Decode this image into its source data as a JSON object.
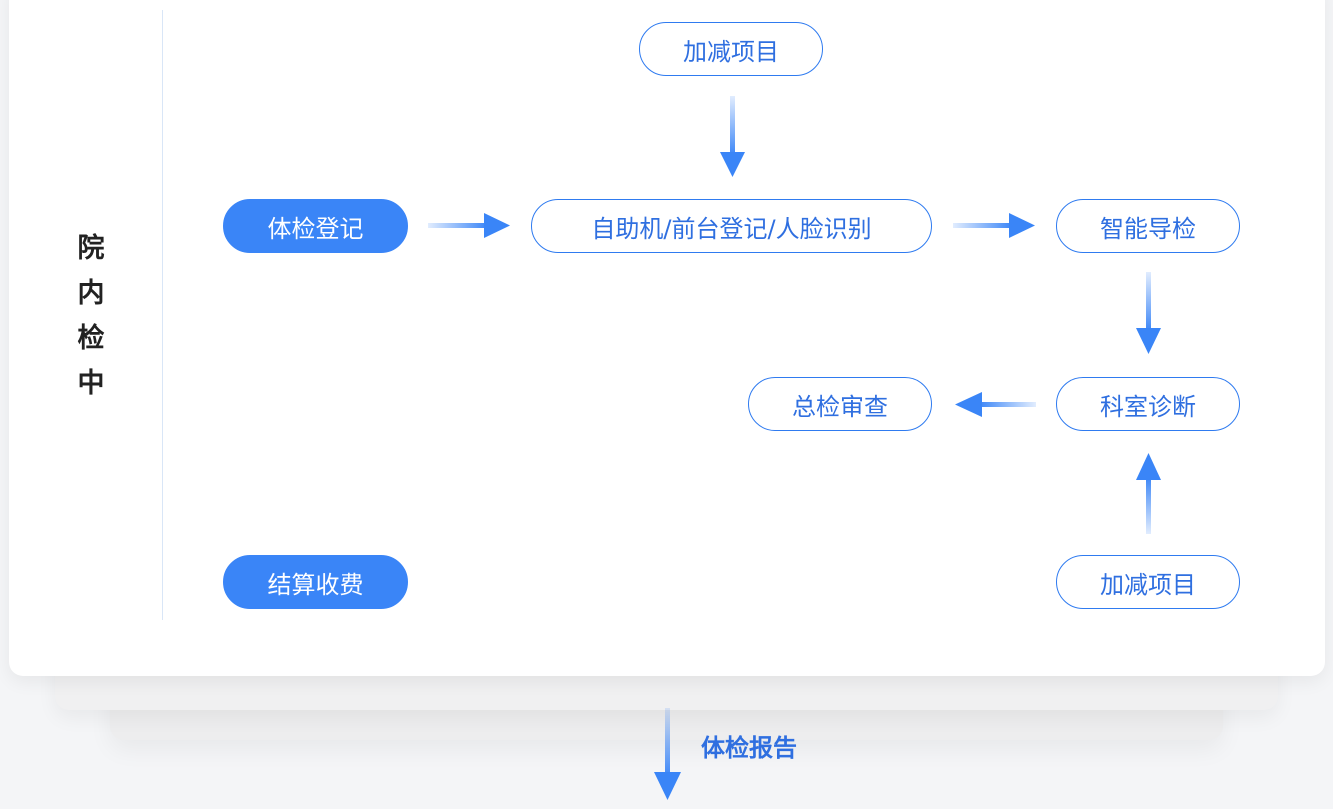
{
  "section_title_chars": [
    "院",
    "内",
    "检",
    "中"
  ],
  "nodes": {
    "add_items_top": "加减项目",
    "checkup_register": "体检登记",
    "self_service_register": "自助机/前台登记/人脸识别",
    "smart_guide": "智能导检",
    "department_diagnosis": "科室诊断",
    "general_review": "总检审查",
    "add_items_bottom": "加减项目",
    "settlement": "结算收费"
  },
  "bottom_label": "体检报告",
  "colors": {
    "accent": "#3a85f7",
    "node_border": "#2f7bf0",
    "node_text": "#2f6fe0",
    "title_text": "#222222"
  }
}
